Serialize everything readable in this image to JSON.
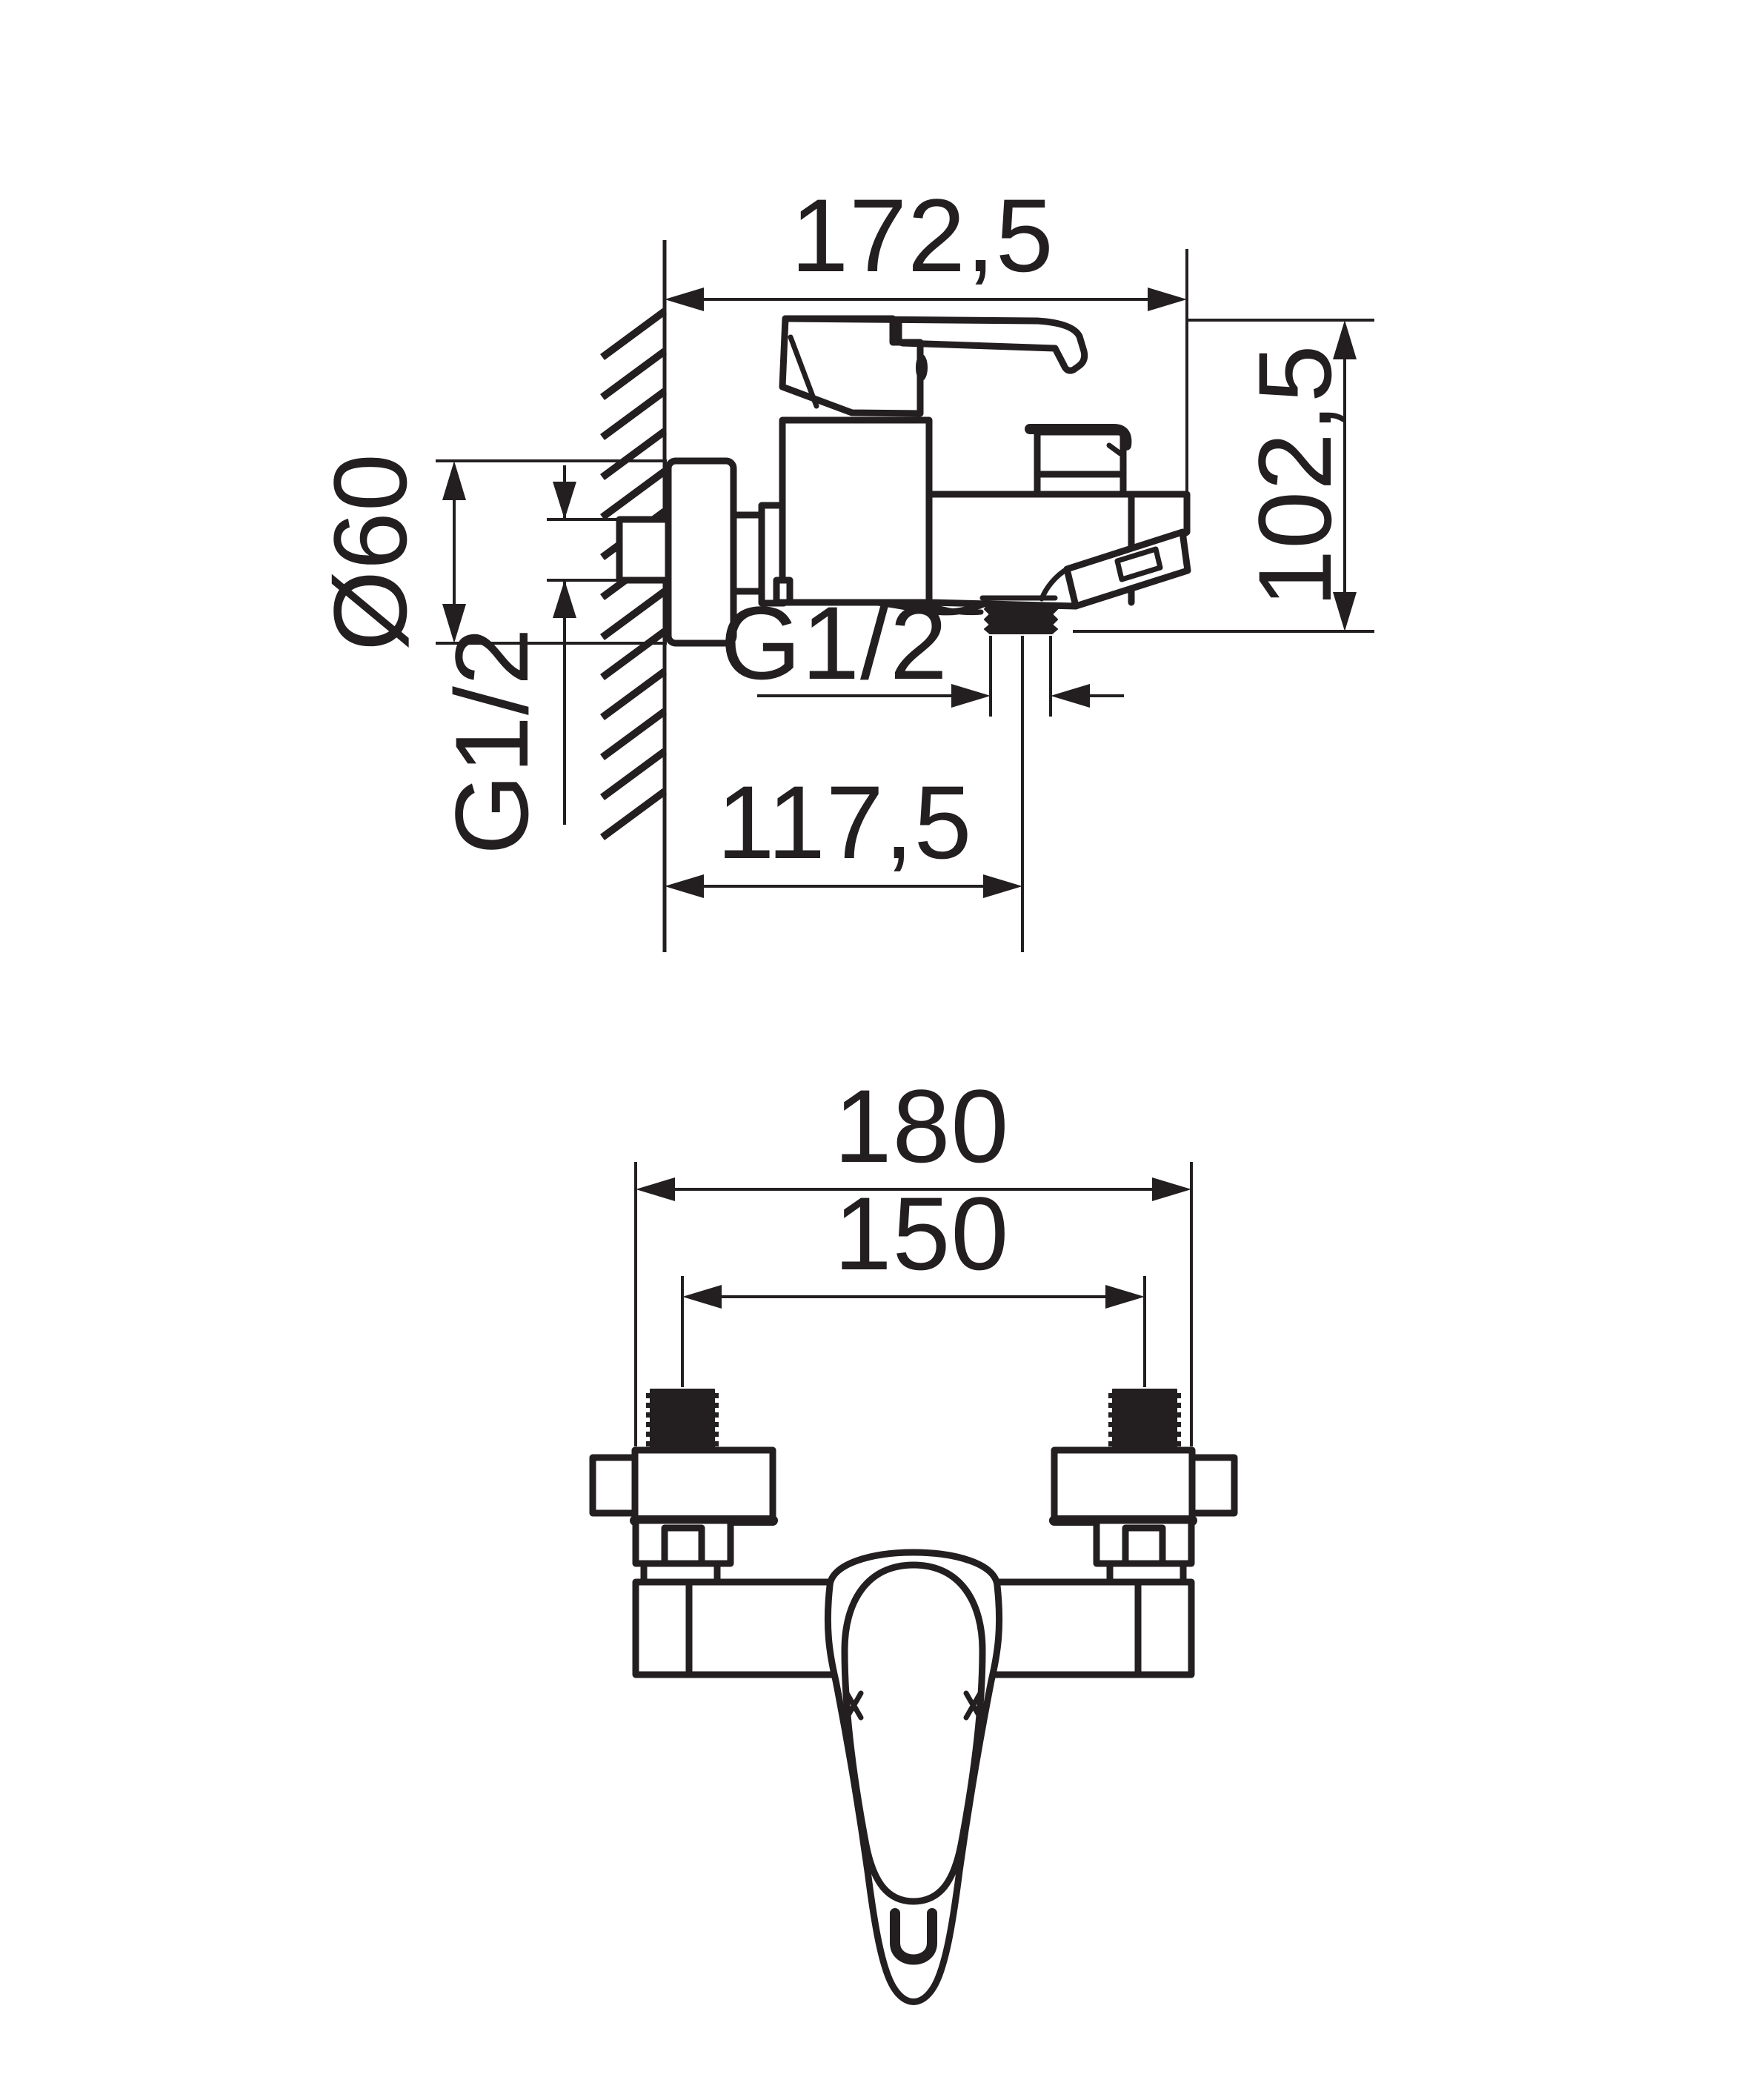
{
  "drawing": {
    "kind": "technical dimensional drawing",
    "subject": "wall-mounted bath shower mixer faucet, side view and front view",
    "ink_color": "#231f20",
    "background_color": "#ffffff"
  },
  "side_view": {
    "total_width": "172,5",
    "total_height": "102,5",
    "rosette_diameter": "Ø60",
    "wall_connection_thread": "G1/2",
    "spout_thread": "G1/2",
    "spout_center_from_wall": "117,5"
  },
  "front_view": {
    "width_over_unions": "180",
    "connection_centers_spacing": "150"
  }
}
